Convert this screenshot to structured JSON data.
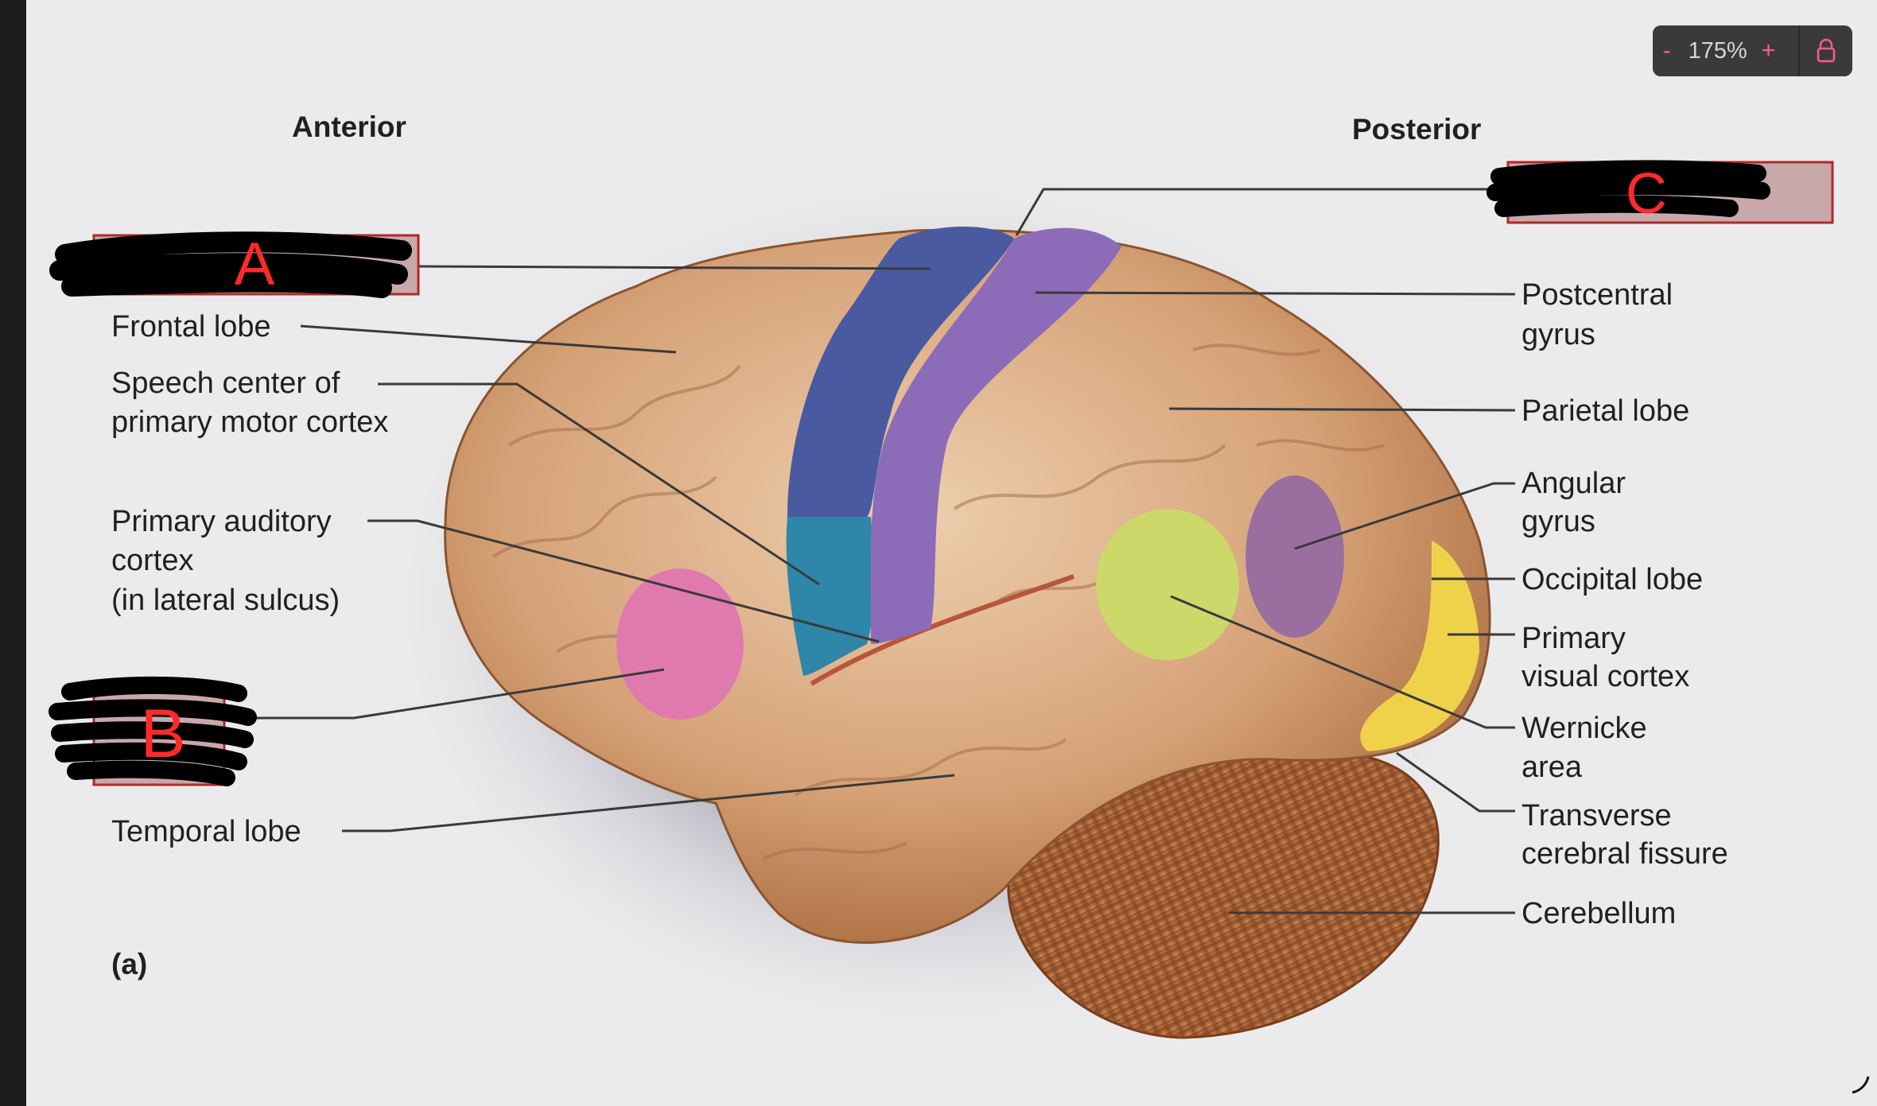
{
  "zoom": {
    "minus": "-",
    "value": "175%",
    "plus": "+",
    "lock_icon": "lock-icon"
  },
  "diagram": {
    "anterior": "Anterior",
    "posterior": "Posterior",
    "panel": "(a)",
    "masked_labels": {
      "a": "A",
      "b": "B",
      "c": "C"
    },
    "left_labels": {
      "frontal_lobe": "Frontal lobe",
      "speech_center": [
        "Speech center of",
        "primary motor cortex"
      ],
      "primary_auditory": [
        "Primary auditory",
        "cortex",
        "(in lateral sulcus)"
      ],
      "temporal_lobe": "Temporal lobe"
    },
    "right_labels": {
      "postcentral": [
        "Postcentral",
        "gyrus"
      ],
      "parietal_lobe": "Parietal lobe",
      "angular": [
        "Angular",
        "gyrus"
      ],
      "occipital_lobe": "Occipital lobe",
      "primary_visual": [
        "Primary",
        "visual cortex"
      ],
      "wernicke": [
        "Wernicke",
        "area"
      ],
      "transverse": [
        "Transverse",
        "cerebral fissure"
      ],
      "cerebellum": "Cerebellum"
    }
  },
  "colors": {
    "brain": "#d6a277",
    "precentral": "#4a5aa0",
    "postcentral_gyrus": "#8c6cb8",
    "speech": "#2e86a8",
    "auditory": "#e07aae",
    "wernicke_area": "#cdd86a",
    "angular_gyrus": "#9a6fa0",
    "visual": "#f0d24a",
    "cerebellum": "#b0683a",
    "mask_box": "#c8a8aa",
    "mask_border": "#b02a28",
    "mask_letter": "#ff2a2a"
  }
}
